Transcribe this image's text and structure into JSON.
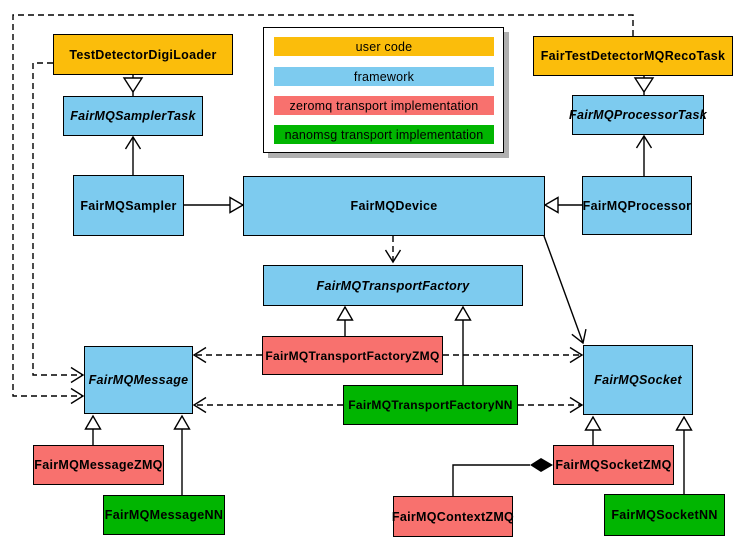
{
  "legend": {
    "items": [
      {
        "label": "user code",
        "color": "#FBBD0B"
      },
      {
        "label": "framework",
        "color": "#7DCBEF"
      },
      {
        "label": "zeromq transport implementation",
        "color": "#F8716E"
      },
      {
        "label": "nanomsg transport implementation",
        "color": "#01B501"
      }
    ]
  },
  "nodes": {
    "test_detector_digi_loader": {
      "label": "TestDetectorDigiLoader",
      "category": "user code",
      "abstract": false
    },
    "fair_test_detector_mq_reco_task": {
      "label": "FairTestDetectorMQRecoTask",
      "category": "user code",
      "abstract": false
    },
    "fair_mq_sampler_task": {
      "label": "FairMQSamplerTask",
      "category": "framework",
      "abstract": true
    },
    "fair_mq_processor_task": {
      "label": "FairMQProcessorTask",
      "category": "framework",
      "abstract": true
    },
    "fair_mq_sampler": {
      "label": "FairMQSampler",
      "category": "framework",
      "abstract": false
    },
    "fair_mq_device": {
      "label": "FairMQDevice",
      "category": "framework",
      "abstract": false
    },
    "fair_mq_processor": {
      "label": "FairMQProcessor",
      "category": "framework",
      "abstract": false
    },
    "fair_mq_transport_factory": {
      "label": "FairMQTransportFactory",
      "category": "framework",
      "abstract": true
    },
    "fair_mq_transport_factory_zmq": {
      "label": "FairMQTransportFactoryZMQ",
      "category": "zeromq transport implementation",
      "abstract": false
    },
    "fair_mq_transport_factory_nn": {
      "label": "FairMQTransportFactoryNN",
      "category": "nanomsg transport implementation",
      "abstract": false
    },
    "fair_mq_message": {
      "label": "FairMQMessage",
      "category": "framework",
      "abstract": true
    },
    "fair_mq_socket": {
      "label": "FairMQSocket",
      "category": "framework",
      "abstract": true
    },
    "fair_mq_message_zmq": {
      "label": "FairMQMessageZMQ",
      "category": "zeromq transport implementation",
      "abstract": false
    },
    "fair_mq_message_nn": {
      "label": "FairMQMessageNN",
      "category": "nanomsg transport implementation",
      "abstract": false
    },
    "fair_mq_socket_zmq": {
      "label": "FairMQSocketZMQ",
      "category": "zeromq transport implementation",
      "abstract": false
    },
    "fair_mq_socket_nn": {
      "label": "FairMQSocketNN",
      "category": "nanomsg transport implementation",
      "abstract": false
    },
    "fair_mq_context_zmq": {
      "label": "FairMQContextZMQ",
      "category": "zeromq transport implementation",
      "abstract": false
    }
  },
  "edges": [
    {
      "from": "TestDetectorDigiLoader",
      "to": "FairMQSamplerTask",
      "type": "inheritance"
    },
    {
      "from": "FairTestDetectorMQRecoTask",
      "to": "FairMQProcessorTask",
      "type": "inheritance"
    },
    {
      "from": "FairMQSampler",
      "to": "FairMQSamplerTask",
      "type": "association-open-arrow"
    },
    {
      "from": "FairMQProcessor",
      "to": "FairMQProcessorTask",
      "type": "association-open-arrow"
    },
    {
      "from": "FairMQSampler",
      "to": "FairMQDevice",
      "type": "inheritance"
    },
    {
      "from": "FairMQProcessor",
      "to": "FairMQDevice",
      "type": "inheritance"
    },
    {
      "from": "FairMQDevice",
      "to": "FairMQTransportFactory",
      "type": "dashed-dependency"
    },
    {
      "from": "FairMQDevice",
      "to": "FairMQSocket",
      "type": "association-open-arrow"
    },
    {
      "from": "TestDetectorDigiLoader",
      "to": "FairMQMessage",
      "type": "dashed-dependency"
    },
    {
      "from": "FairTestDetectorMQRecoTask",
      "to": "FairMQMessage",
      "type": "dashed-dependency"
    },
    {
      "from": "FairMQTransportFactoryZMQ",
      "to": "FairMQTransportFactory",
      "type": "inheritance"
    },
    {
      "from": "FairMQTransportFactoryNN",
      "to": "FairMQTransportFactory",
      "type": "inheritance"
    },
    {
      "from": "FairMQTransportFactoryZMQ",
      "to": "FairMQMessage",
      "type": "dashed-dependency"
    },
    {
      "from": "FairMQTransportFactoryZMQ",
      "to": "FairMQSocket",
      "type": "dashed-dependency"
    },
    {
      "from": "FairMQTransportFactoryNN",
      "to": "FairMQMessage",
      "type": "dashed-dependency"
    },
    {
      "from": "FairMQTransportFactoryNN",
      "to": "FairMQSocket",
      "type": "dashed-dependency"
    },
    {
      "from": "FairMQMessageZMQ",
      "to": "FairMQMessage",
      "type": "inheritance"
    },
    {
      "from": "FairMQMessageNN",
      "to": "FairMQMessage",
      "type": "inheritance"
    },
    {
      "from": "FairMQSocketZMQ",
      "to": "FairMQSocket",
      "type": "inheritance"
    },
    {
      "from": "FairMQSocketNN",
      "to": "FairMQSocket",
      "type": "inheritance"
    },
    {
      "from": "FairMQContextZMQ",
      "to": "FairMQSocketZMQ",
      "type": "composition"
    }
  ]
}
